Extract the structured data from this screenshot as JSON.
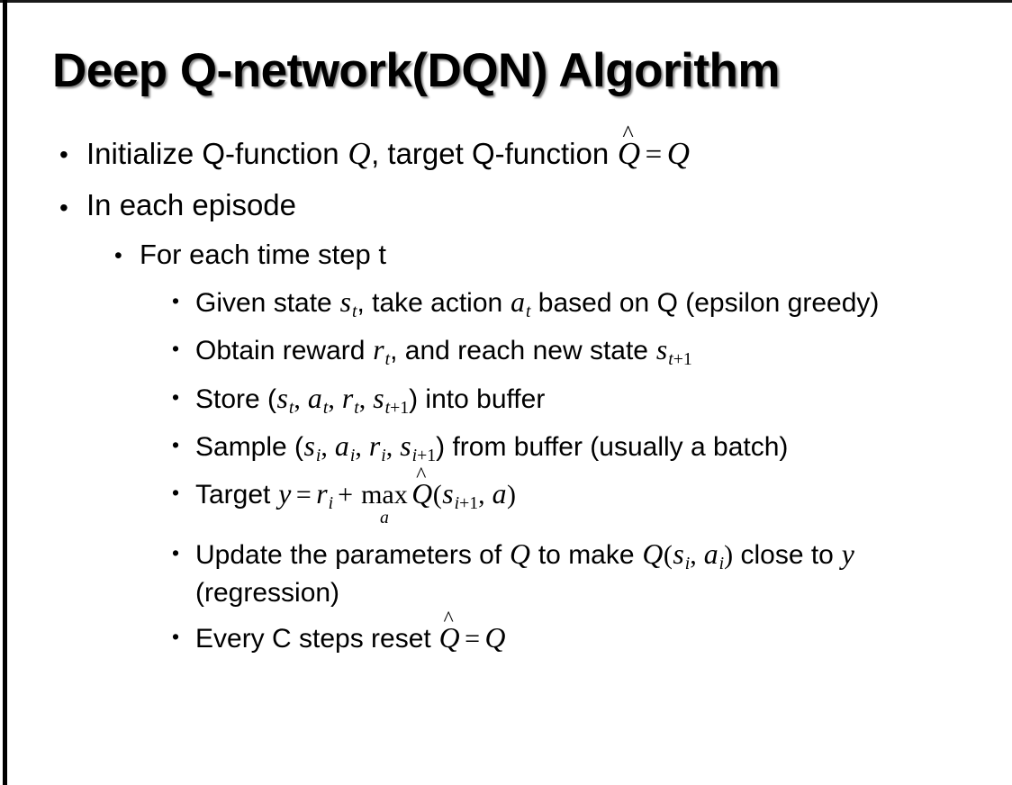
{
  "slide": {
    "title": "Deep Q-network(DQN) Algorithm",
    "bullet_glyph": "•",
    "background_color": "#ffffff",
    "text_color": "#000000",
    "border_color": "#000000"
  },
  "content": {
    "l1_initialize": {
      "prefix": "Initialize Q-function ",
      "var_q1": "Q",
      "mid": ", target Q-function ",
      "hat_q": "Q",
      "hat_mark": "^",
      "equals": "=",
      "var_q2": "Q"
    },
    "l1_episode": {
      "text": "In each episode"
    },
    "l2_timestep": {
      "text": "For each time step t"
    },
    "l3_given": {
      "p1": "Given state ",
      "s": "s",
      "s_sub": "t",
      "p2": ", take action ",
      "a": "a",
      "a_sub": "t",
      "p3": " based on Q (epsilon greedy)"
    },
    "l3_obtain": {
      "p1": "Obtain reward ",
      "r": "r",
      "r_sub": "t",
      "p2": ", and reach new state ",
      "s": "s",
      "s_sub_var": "t",
      "s_sub_plus": "+1"
    },
    "l3_store": {
      "p1": "Store (",
      "s": "s",
      "s_sub": "t",
      "c1": ", ",
      "a": "a",
      "a_sub": "t",
      "c2": ", ",
      "r": "r",
      "r_sub": "t",
      "c3": ", ",
      "s2": "s",
      "s2_sub_var": "t",
      "s2_sub_plus": "+1",
      "p2": ") into buffer"
    },
    "l3_sample": {
      "p1": "Sample (",
      "s": "s",
      "s_sub": "i",
      "c1": ", ",
      "a": "a",
      "a_sub": "i",
      "c2": ", ",
      "r": "r",
      "r_sub": "i",
      "c3": ", ",
      "s2": "s",
      "s2_sub_var": "i",
      "s2_sub_plus": "+1",
      "p2": ") from buffer (usually a batch)"
    },
    "l3_target": {
      "p1": "Target ",
      "y": "y",
      "equals": "=",
      "r": "r",
      "r_sub": "i",
      "plus": "+",
      "max_label": "max",
      "max_sub": "a",
      "hat_q": "Q",
      "hat_mark": "^",
      "open": "(",
      "s": "s",
      "s_sub_var": "i",
      "s_sub_plus": "+1",
      "comma": ", ",
      "a": "a",
      "close": ")"
    },
    "l3_update": {
      "p1": "Update the parameters of ",
      "q1": "Q",
      "p2": " to make ",
      "q2": "Q",
      "open": "(",
      "s": "s",
      "s_sub": "i",
      "comma": ", ",
      "a": "a",
      "a_sub": "i",
      "close": ")",
      "p3": " close to ",
      "y": "y",
      "p4": " (regression)"
    },
    "l3_reset": {
      "p1": "Every C steps reset ",
      "hat_q": "Q",
      "hat_mark": "^",
      "equals": "=",
      "q": "Q"
    }
  }
}
